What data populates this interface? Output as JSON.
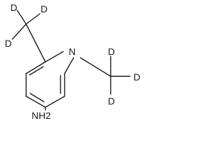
{
  "molecule": {
    "atoms": {
      "ring_nitrogen": "N",
      "amine": "NH2",
      "deuterium_left_top_a": "D",
      "deuterium_left_top_b": "D",
      "deuterium_left_side": "D",
      "deuterium_right_top": "D",
      "deuterium_right_side": "D",
      "deuterium_right_bottom": "D"
    },
    "colors": {
      "ink": "#1a1a1a",
      "background": "#ffffff"
    }
  }
}
